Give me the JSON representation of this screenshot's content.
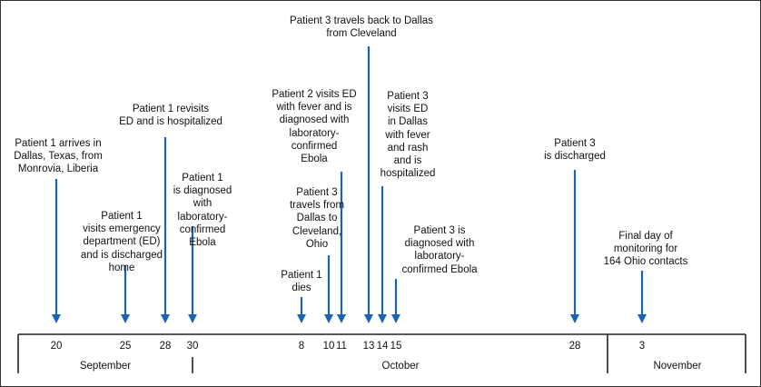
{
  "colors": {
    "arrow": "#1a63b0",
    "axis": "#222222",
    "text": "#111111"
  },
  "events": [
    {
      "id": "e1",
      "text": "Patient 1 arrives in\nDallas, Texas, from\nMonrovia, Liberia",
      "day": "20"
    },
    {
      "id": "e2",
      "text": "Patient 1\nvisits emergency\ndepartment (ED)\nand is discharged\nhome",
      "day": "25"
    },
    {
      "id": "e3",
      "text": "Patient 1 revisits\nED and is hospitalized",
      "day": "28"
    },
    {
      "id": "e4",
      "text": "Patient 1\nis diagnosed\nwith\nlaboratory-\nconfirmed\nEbola",
      "day": "30"
    },
    {
      "id": "e5",
      "text": "Patient 1\ndies",
      "day": "8"
    },
    {
      "id": "e6",
      "text": "Patient 3\ntravels from\nDallas to\nCleveland,\nOhio",
      "day": "10"
    },
    {
      "id": "e7",
      "text": "Patient 2 visits ED\nwith fever and is\ndiagnosed with\nlaboratory-\nconfirmed\nEbola",
      "day": "11"
    },
    {
      "id": "e8",
      "text": "Patient 3 travels back to Dallas\nfrom Cleveland",
      "day": "13"
    },
    {
      "id": "e9",
      "text": "Patient 3\nvisits ED\nin Dallas\nwith fever\nand rash\nand is\nhospitalized",
      "day": "14"
    },
    {
      "id": "e10",
      "text": "Patient 3 is\ndiagnosed with\nlaboratory-\nconfirmed Ebola",
      "day": "15"
    },
    {
      "id": "e11",
      "text": "Patient 3\nis discharged",
      "day": "28"
    },
    {
      "id": "e12",
      "text": "Final day of\nmonitoring for\n164 Ohio contacts",
      "day": "3"
    }
  ],
  "ticks": [
    "20",
    "25",
    "28",
    "30",
    "8",
    "10",
    "11",
    "13",
    "14",
    "15",
    "28",
    "3"
  ],
  "months": [
    "September",
    "October",
    "November"
  ]
}
